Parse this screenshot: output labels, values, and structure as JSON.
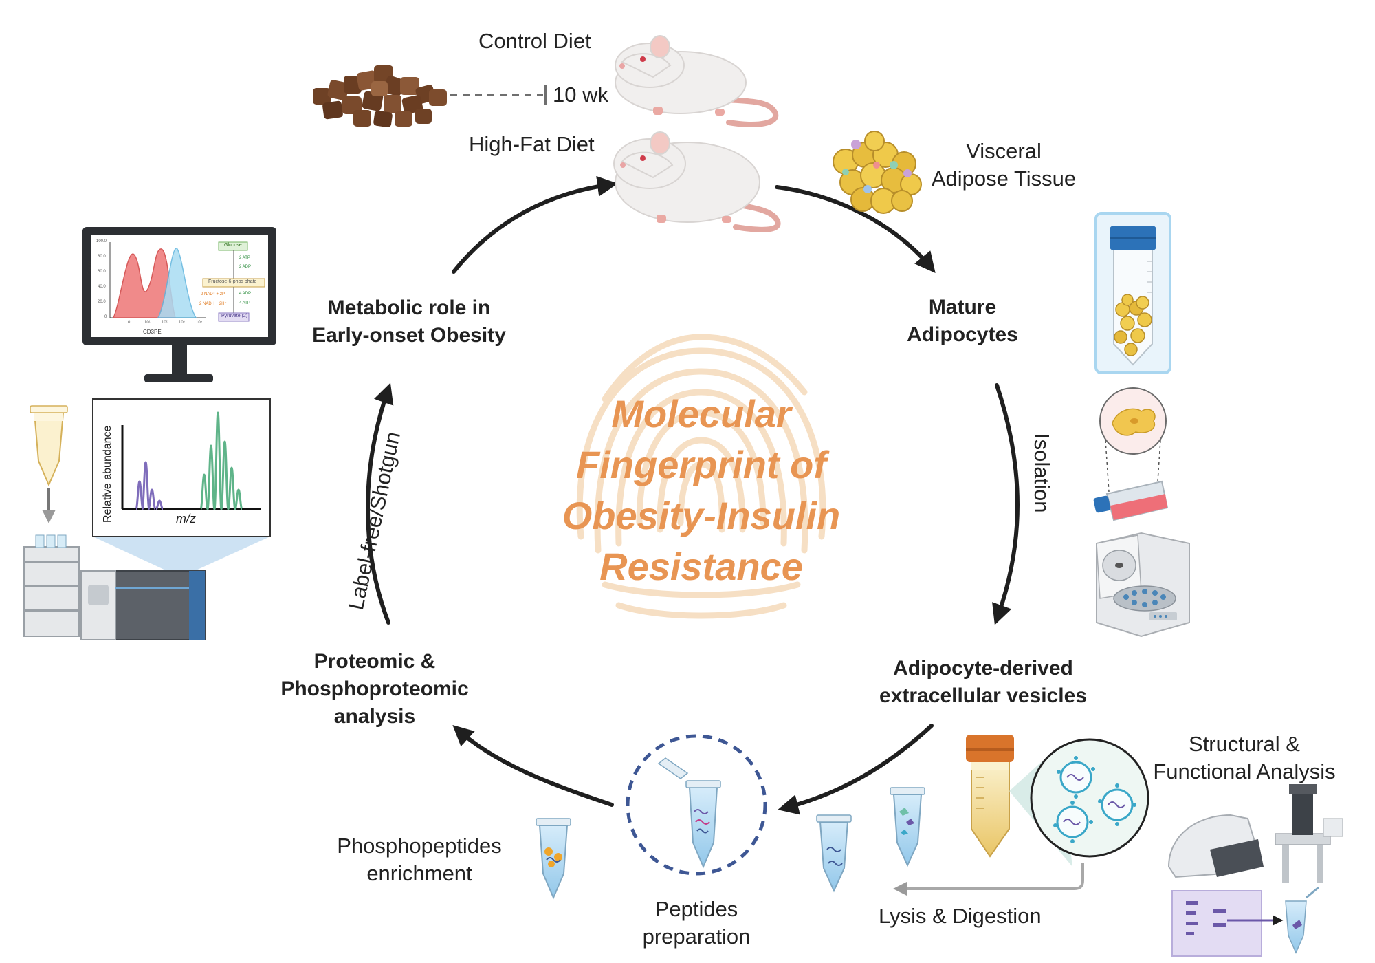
{
  "title": {
    "line1": "Molecular",
    "line2": "Fingerprint of",
    "line3": "Obesity-Insulin",
    "line4": "Resistance"
  },
  "diet": {
    "control": "Control Diet",
    "high_fat": "High-Fat Diet",
    "duration": "10 wk"
  },
  "tissue": {
    "line1": "Visceral",
    "line2": "Adipose Tissue"
  },
  "steps": {
    "mature": {
      "line1": "Mature",
      "line2": "Adipocytes"
    },
    "isolation": "Isolation",
    "evs": {
      "line1": "Adipocyte-derived",
      "line2": "extracellular vesicles"
    },
    "structural": {
      "line1": "Structural &",
      "line2": "Functional Analysis"
    },
    "lysis": "Lysis & Digestion",
    "peptides": {
      "line1": "Peptides",
      "line2": "preparation"
    },
    "phospho": {
      "line1": "Phosphopeptides",
      "line2": "enrichment"
    },
    "proteomic": {
      "line1": "Proteomic &",
      "line2": "Phosphoproteomic",
      "line3": "analysis"
    },
    "labelfree": "Label-free/Shotgun",
    "metabolic": {
      "line1": "Metabolic role in",
      "line2": "Early-onset Obesity"
    }
  },
  "monitor": {
    "flow_ylabel": "Count",
    "flow_xlabel": "CD3PE",
    "flow_yticks": [
      "100.0",
      "80.0",
      "60.0",
      "40.0",
      "20.0",
      "0"
    ],
    "flow_xticks": [
      "0",
      "10¹",
      "10²",
      "10³",
      "10⁴"
    ],
    "pathway": {
      "glucose": "Glucose",
      "atp1": "2 ATP",
      "adp1": "2 ADP",
      "f6p": "Fructose-6-phos phate",
      "nad": "2 NAD⁺ + 2P",
      "nadh": "2 NADH + 2H⁺",
      "adp2": "4 ADP",
      "atp2": "4 ATP",
      "pyruvate": "Pyruvate (2)"
    }
  },
  "ms_plot": {
    "ylabel": "Relative abundance",
    "xlabel": "m/z"
  },
  "colors": {
    "arrow": "#1f1f1f",
    "title": "#e89553",
    "fingerprint": "#f6dfc4",
    "pellet": "#7a4a2c",
    "mouse": "#f1efee",
    "tail": "#e2a7a0",
    "tube_cap_blue": "#2c72b8",
    "tube_cap_orange": "#d9742b",
    "adipocyte": "#efc94a",
    "dashed_circle": "#3e5794",
    "flow_red": "#f08a8a",
    "flow_blue": "#a9dcf3",
    "ms_purple": "#7f6dbb",
    "ms_green": "#5fb489"
  }
}
